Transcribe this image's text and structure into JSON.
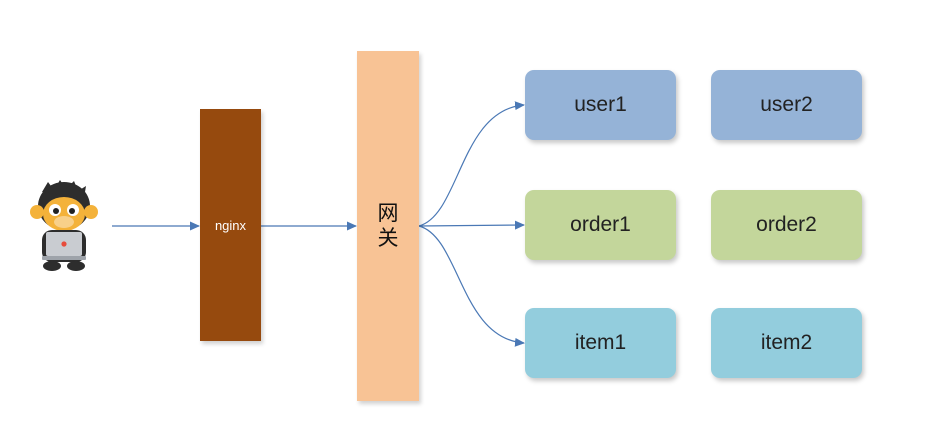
{
  "nodes": {
    "nginx": "nginx",
    "gateway": "网关"
  },
  "services": {
    "user": [
      "user1",
      "user2"
    ],
    "order": [
      "order1",
      "order2"
    ],
    "item": [
      "item1",
      "item2"
    ]
  },
  "colors": {
    "arrow": "#4a78b5",
    "nginx": "#964a0e",
    "gateway": "#f8c395",
    "user": "#95b3d7",
    "order": "#c3d69b",
    "item": "#93cddd"
  },
  "icons": {
    "client": "monkey-with-laptop-icon"
  }
}
